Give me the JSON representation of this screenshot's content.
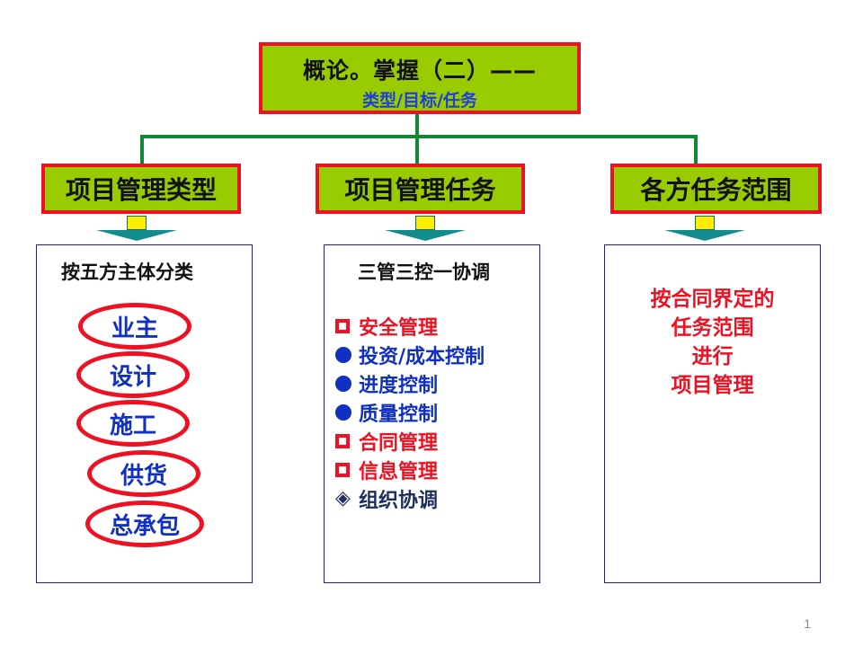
{
  "title": {
    "main": "概论。掌握（二）——",
    "sub": "类型/目标/任务"
  },
  "categories": [
    {
      "label": "项目管理类型"
    },
    {
      "label": "项目管理任务"
    },
    {
      "label": "各方任务范围"
    }
  ],
  "types_panel": {
    "heading": "按五方主体分类",
    "parties": [
      "业主",
      "设计",
      "施工",
      "供货",
      "总承包"
    ]
  },
  "tasks_panel": {
    "heading": "三管三控一协调",
    "items": [
      {
        "icon": "square-bullet-icon",
        "text": "安全管理",
        "color": "#ee1122"
      },
      {
        "icon": "dot-bullet-icon",
        "text": "投资/成本控制",
        "color": "#1030c0"
      },
      {
        "icon": "dot-bullet-icon",
        "text": "进度控制",
        "color": "#1030c0"
      },
      {
        "icon": "dot-bullet-icon",
        "text": "质量控制",
        "color": "#1030c0"
      },
      {
        "icon": "square-bullet-icon",
        "text": "合同管理",
        "color": "#ee1122"
      },
      {
        "icon": "square-bullet-icon",
        "text": "信息管理",
        "color": "#ee1122"
      },
      {
        "icon": "diamond-bullet-icon",
        "text": "组织协调",
        "color": "#1f3060"
      }
    ]
  },
  "scope_panel": {
    "lines": [
      "按合同界定的",
      "任务范围",
      "进行",
      "项目管理"
    ]
  },
  "page_number": "1",
  "colors": {
    "box_fill": "#99cc00",
    "box_border": "#ee1122",
    "connector": "#118833",
    "accent_blue": "#1030c0",
    "accent_red": "#ee1122"
  }
}
